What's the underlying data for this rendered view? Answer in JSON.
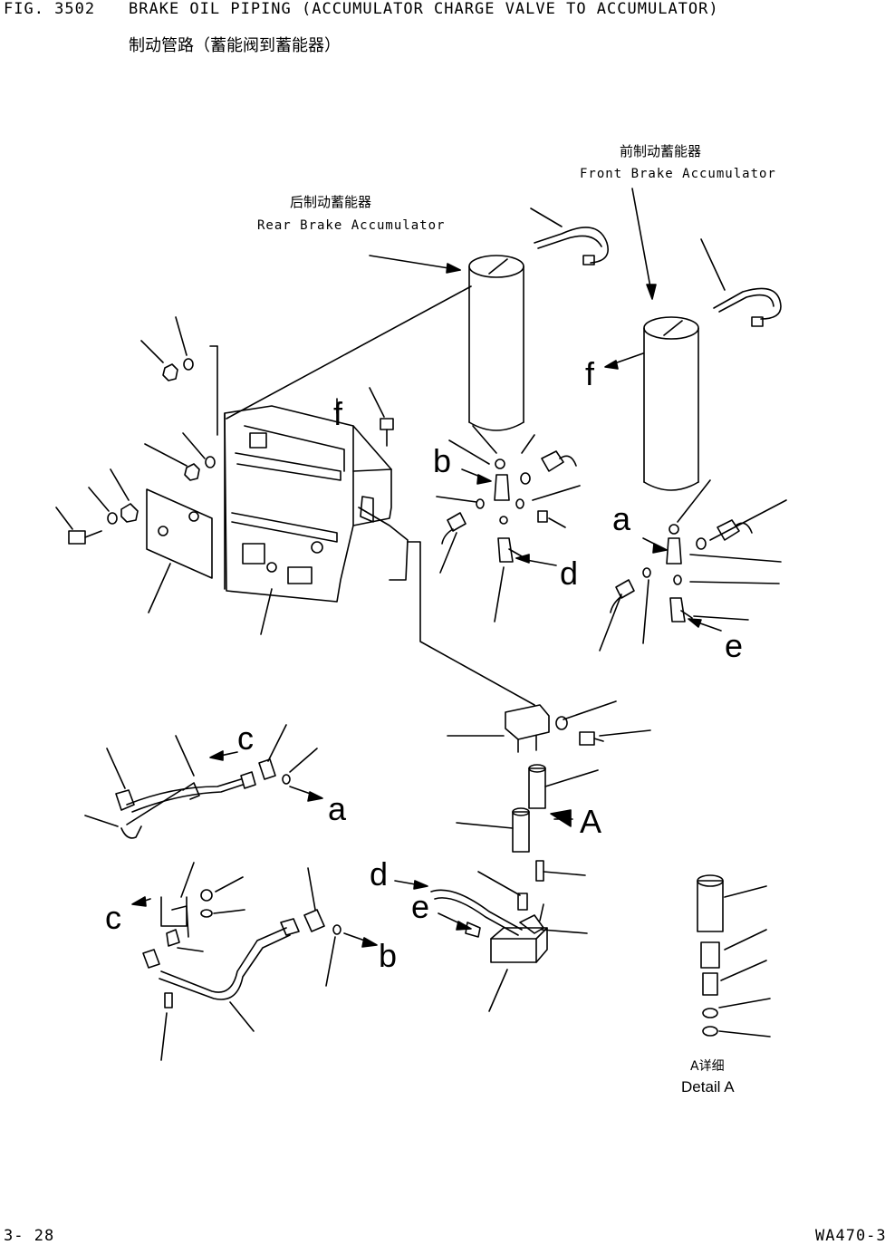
{
  "header": {
    "fig_number": "FIG. 3502",
    "title_en": "BRAKE OIL PIPING  (ACCUMULATOR CHARGE VALVE TO ACCUMULATOR)",
    "title_cn": "制动管路（蓄能阀到蓄能器）"
  },
  "labels": {
    "front_accumulator_cn": "前制动蓄能器",
    "front_accumulator_en": "Front Brake Accumulator",
    "rear_accumulator_cn": "后制动蓄能器",
    "rear_accumulator_en": "Rear Brake Accumulator",
    "detail_cn": "A详细",
    "detail_en": "Detail A"
  },
  "callouts": {
    "f1": "f",
    "f2": "f",
    "b1": "b",
    "b2": "b",
    "d1": "d",
    "d2": "d",
    "a1": "a",
    "a2": "a",
    "e1": "e",
    "e2": "e",
    "c1": "c",
    "c2": "c",
    "A": "A"
  },
  "footer": {
    "page": "3-  28",
    "model": "WA470-3"
  }
}
